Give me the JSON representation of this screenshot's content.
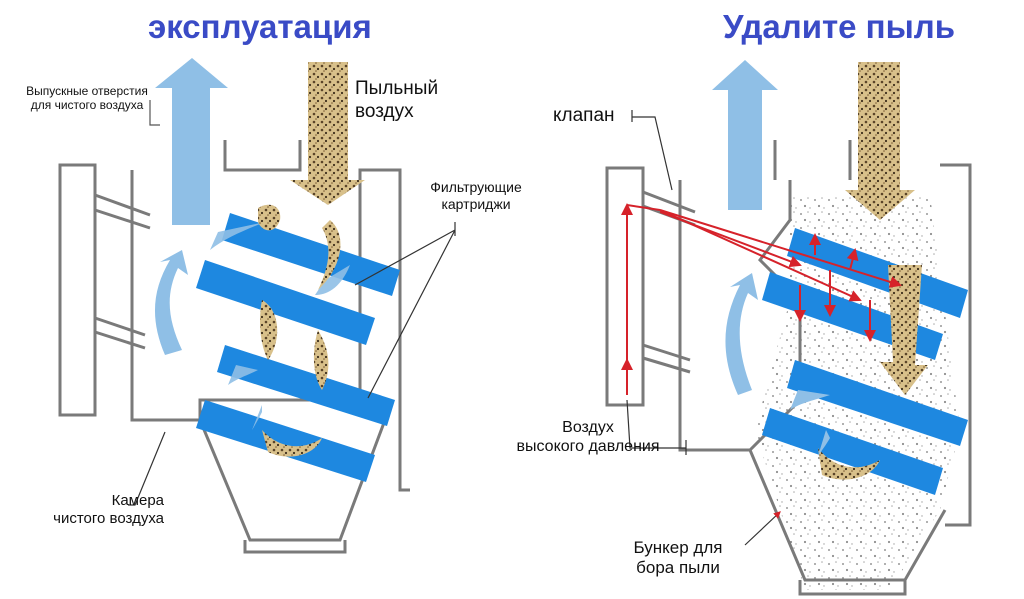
{
  "titles": {
    "left": "эксплуатация",
    "right": "Удалите пыль"
  },
  "labels": {
    "outlets": "Выпускные отверстия\nдля чистого воздуха",
    "dusty_air": "Пыльный\nвоздух",
    "cartridges": "Фильтрующие\nкартриджи",
    "clean_chamber": "Камера\nчистого воздуха",
    "valve": "клапан",
    "high_pressure": "Воздух\nвысокого давления",
    "hopper": "Бункер для\nбора пыли"
  },
  "colors": {
    "title": "#3a4bc6",
    "cartridge": "#1e88e0",
    "flow_arrow": "#8fbfe6",
    "dust": "#b9965a",
    "pulse": "#d6222a",
    "outline": "#7a7a7a"
  }
}
